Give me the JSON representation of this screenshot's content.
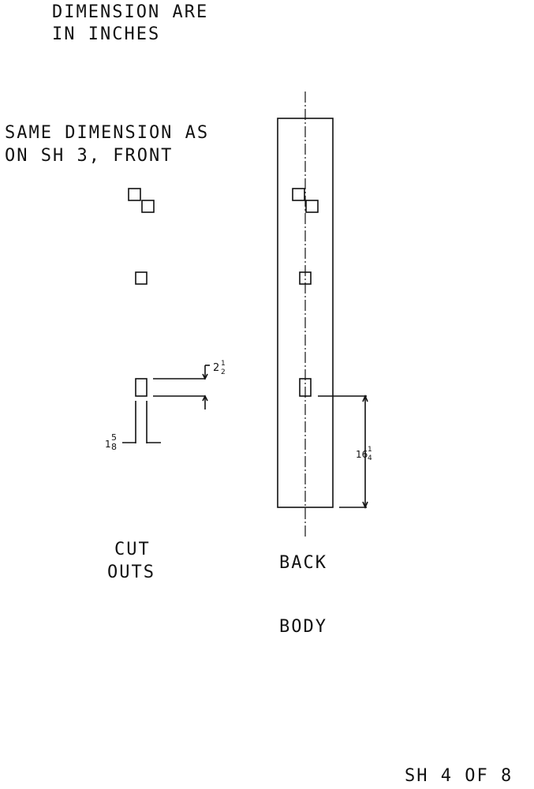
{
  "notes": {
    "units_line1": "DIMENSION ARE",
    "units_line2": "IN INCHES",
    "same_line1": "SAME DIMENSION AS",
    "same_line2": "ON SH 3, FRONT"
  },
  "labels": {
    "cutouts_line1": "CUT",
    "cutouts_line2": "OUTS",
    "back": "BACK",
    "body": "BODY",
    "sheet": "SH 4 OF 8"
  },
  "dimensions": {
    "cutout_height": {
      "whole": "2",
      "num": "1",
      "den": "2"
    },
    "cutout_width": {
      "whole": "1",
      "num": "5",
      "den": "8"
    },
    "offset_from_bottom": {
      "whole": "16",
      "num": "1",
      "den": "4"
    }
  }
}
